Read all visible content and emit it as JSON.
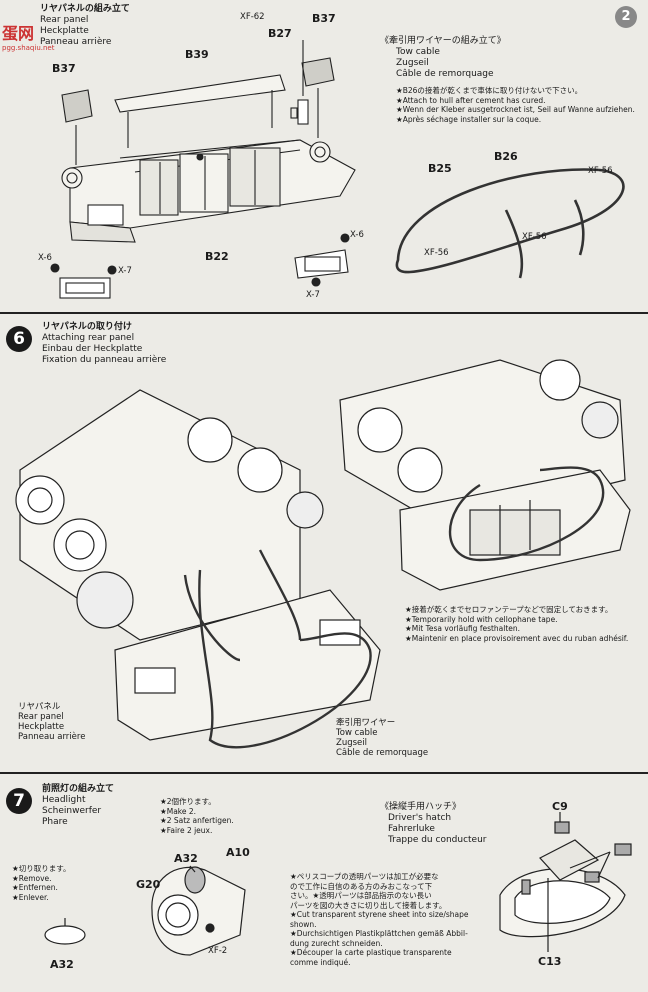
{
  "watermark": {
    "line1": "蛋网",
    "line2": "pgg.shaqiu.net"
  },
  "step5": {
    "title_jp": "リヤパネルの組み立て",
    "title_en": "Rear panel",
    "title_de": "Heckplatte",
    "title_fr": "Panneau arrière",
    "parts": [
      "B37",
      "B39",
      "XF-62",
      "B27",
      "B37",
      "B22",
      "X-6",
      "X-7",
      "X-6",
      "X-7"
    ],
    "tow": {
      "jp": "《牽引用ワイヤーの組み立て》",
      "en": "Tow cable",
      "de": "Zugseil",
      "fr": "Câble de remorquage",
      "notes": [
        "★B26の接着が乾くまで車体に取り付けないで下さい。",
        "★Attach to hull after cement has cured.",
        "★Wenn der Kleber ausgetrocknet ist, Seil auf Wanne aufziehen.",
        "★Après séchage installer sur la coque."
      ],
      "parts": [
        "B26",
        "B25",
        "XF-56",
        "XF-56",
        "XF-56"
      ]
    }
  },
  "step6": {
    "num": "6",
    "title_jp": "リヤパネルの取り付け",
    "title_en": "Attaching rear panel",
    "title_de": "Einbau der Heckplatte",
    "title_fr": "Fixation du panneau arrière",
    "rear_panel": {
      "jp": "リヤパネル",
      "en": "Rear panel",
      "de": "Heckplatte",
      "fr": "Panneau arrière"
    },
    "tow_cable": {
      "jp": "牽引用ワイヤー",
      "en": "Tow cable",
      "de": "Zugseil",
      "fr": "Câble de remorquage"
    },
    "notes": [
      "★接着が乾くまでセロファンテープなどで固定しておきます。",
      "★Temporarily hold with cellophane tape.",
      "★Mit Tesa vorläufig festhalten.",
      "★Maintenir en place provisoirement avec du ruban adhésif."
    ]
  },
  "step7": {
    "num": "7",
    "title_jp": "前照灯の組み立て",
    "title_en": "Headlight",
    "title_de": "Scheinwerfer",
    "title_fr": "Phare",
    "make2": [
      "★2個作ります。",
      "★Make 2.",
      "★2 Satz anfertigen.",
      "★Faire 2 jeux."
    ],
    "remove": [
      "★切り取ります。",
      "★Remove.",
      "★Entfernen.",
      "★Enlever."
    ],
    "parts": [
      "A32",
      "A10",
      "G20",
      "XF-2",
      "A32"
    ],
    "hatch": {
      "jp": "《操縦手用ハッチ》",
      "en": "Driver's hatch",
      "de": "Fahrerluke",
      "fr": "Trappe du conducteur",
      "parts": [
        "C9",
        "C13"
      ],
      "notes": [
        "★ペリスコープの透明パーツは加工が必要な",
        "ので工作に自信のある方のみおこなって下",
        "さい。★透明パーツは部品指示のない長い",
        "パーツを図の大きさに切り出して接着します。",
        "★Cut transparent styrene sheet into size/shape",
        "shown.",
        "★Durchsichtigen Plastikplättchen gemäß Abbil-",
        "dung zurecht schneiden.",
        "★Découper la carte plastique transparente",
        "comme indiqué."
      ]
    }
  },
  "corner_num": "2"
}
